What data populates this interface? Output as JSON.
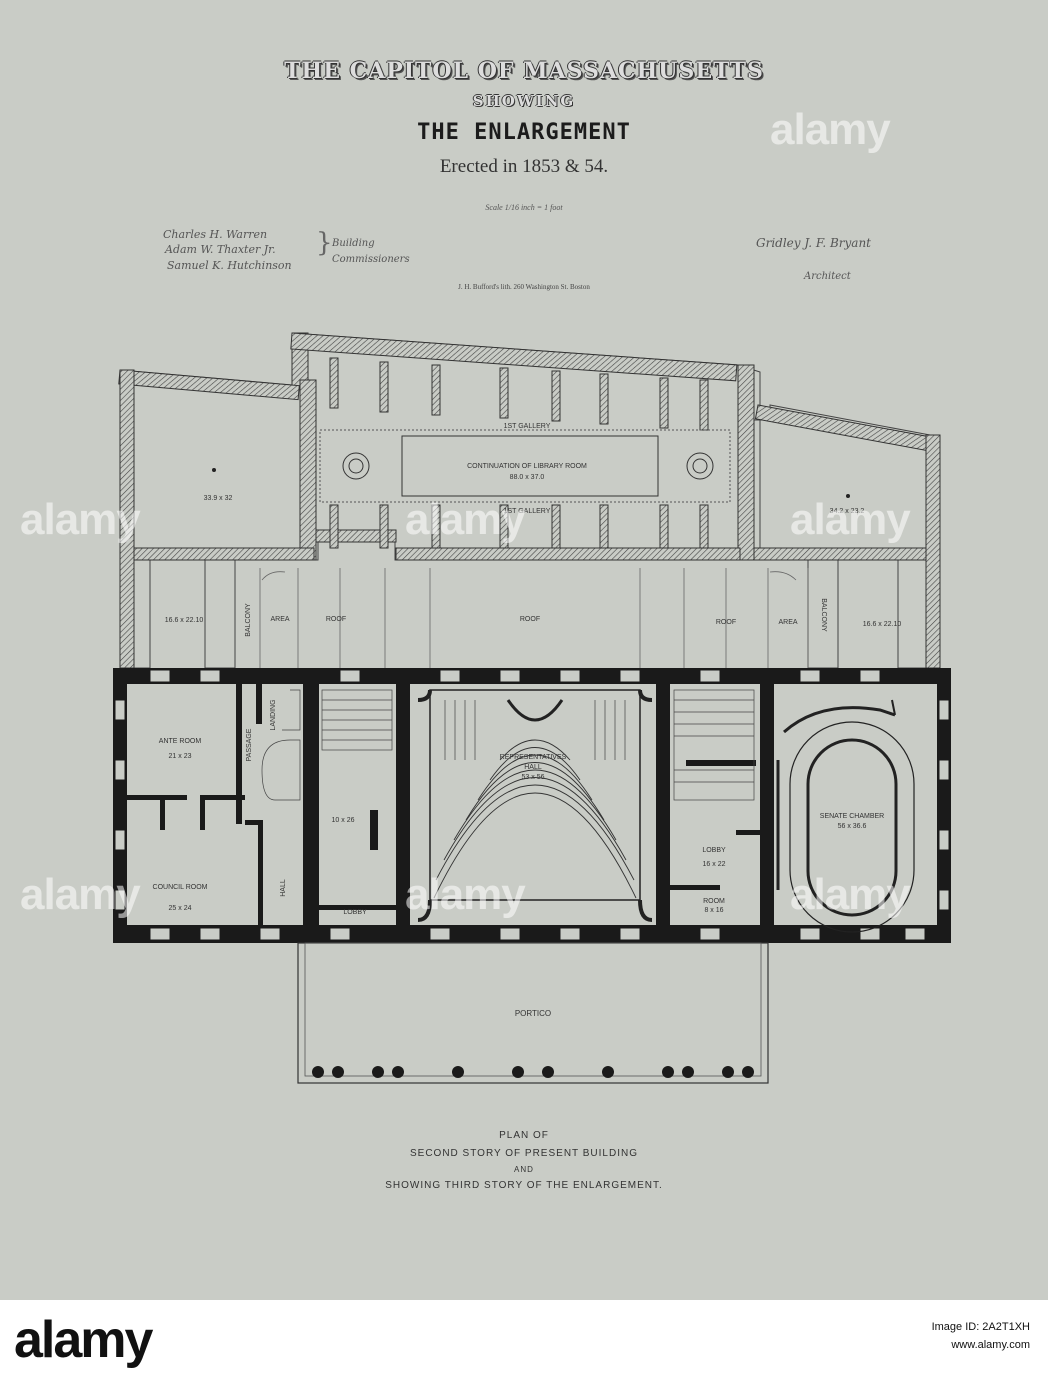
{
  "title": {
    "line1": "THE CAPITOL OF MASSACHUSETTS",
    "line2": "SHOWING",
    "line3": "THE ENLARGEMENT",
    "line4": "Erected in 1853 & 54."
  },
  "scale": "Scale 1/16 inch = 1 foot",
  "commissioners": {
    "names": [
      "Charles H. Warren",
      "Adam W. Thaxter Jr.",
      "Samuel K. Hutchinson"
    ],
    "role": "Building Commissioners"
  },
  "architect": {
    "name": "Gridley J. F. Bryant",
    "role": "Architect"
  },
  "lithographer": "J. H. Bufford's lith. 260 Washington St. Boston",
  "rooms": {
    "gallery_top": "1ST GALLERY",
    "library": "CONTINUATION OF LIBRARY ROOM",
    "library_size": "88.0 x 37.0",
    "gallery_bottom": "1ST GALLERY",
    "left_upper": "33.9 x 32",
    "right_upper": "34.2 x 23.2",
    "left_mid": "16.6 x 22.10",
    "right_mid": "16.6 x 22.10",
    "balcony_left": "BALCONY",
    "balcony_right": "BALCONY",
    "area_left": "AREA",
    "area_right": "AREA",
    "roof_1": "ROOF",
    "roof_2": "ROOF",
    "roof_3": "ROOF",
    "ante_room": "ANTE ROOM",
    "ante_size": "21 x 23",
    "passage": "PASSAGE",
    "landing": "LANDING",
    "council_room": "COUNCIL ROOM",
    "council_size": "25 x 24",
    "hall": "HALL",
    "small_room": "10 x 26",
    "lobby_left": "LOBBY",
    "representatives": "REPRESENTATIVES",
    "rep_hall": "HALL",
    "rep_size": "53 x 56",
    "lobby_right": "LOBBY",
    "lobby_right_size": "16 x 22",
    "room": "ROOM",
    "room_size": "8 x 16",
    "senate": "SENATE CHAMBER",
    "senate_size": "56 x 36.6",
    "portico": "PORTICO"
  },
  "caption": {
    "line1": "PLAN OF",
    "line2": "SECOND STORY OF PRESENT BUILDING",
    "line3": "AND",
    "line4": "SHOWING THIRD STORY OF THE ENLARGEMENT."
  },
  "watermark": "alamy",
  "footer": {
    "logo": "alamy",
    "image_id": "Image ID: 2A2T1XH",
    "url": "www.alamy.com"
  }
}
